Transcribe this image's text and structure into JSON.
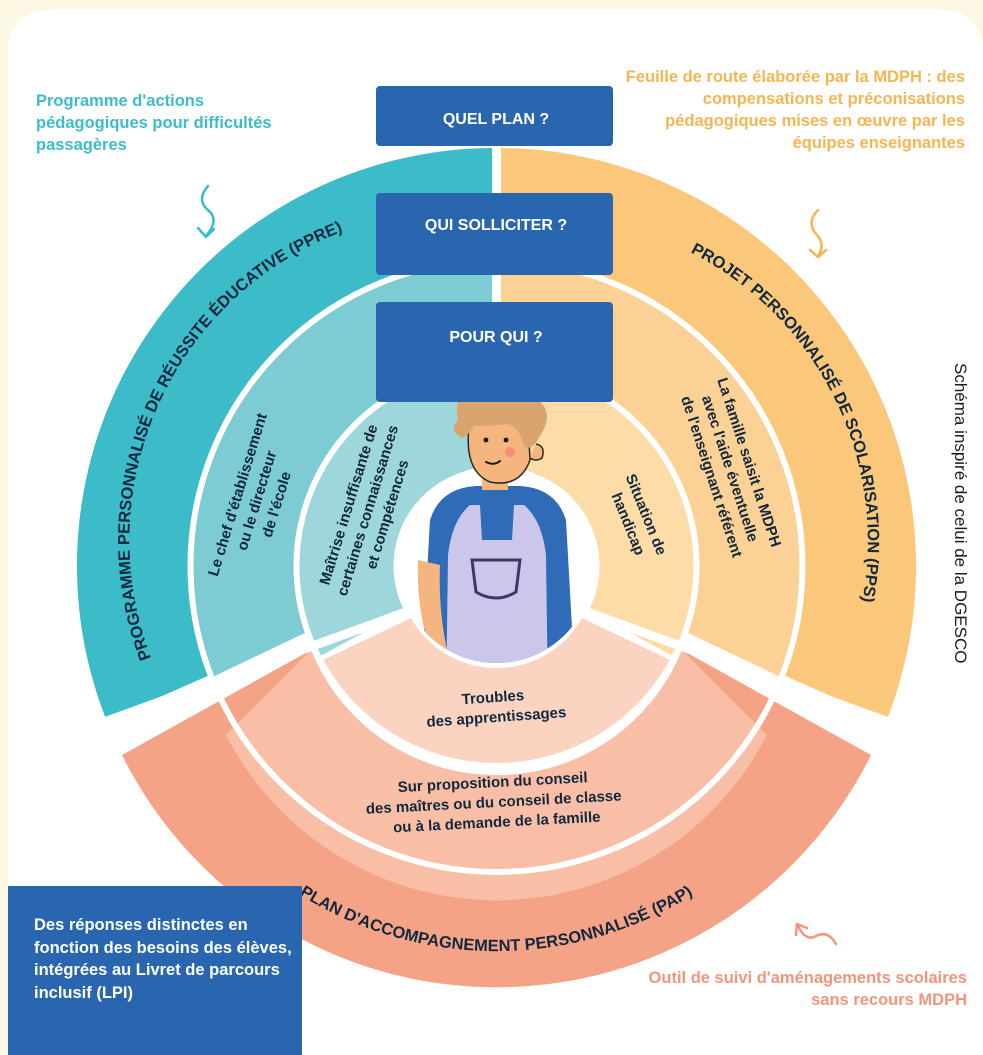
{
  "labels": {
    "quel_plan": "QUEL PLAN ?",
    "qui_solliciter": "QUI SOLLICITER ?",
    "pour_qui": "POUR QUI ?"
  },
  "outer_ring": {
    "ppre": "PROGRAMME PERSONNALISÉ DE RÉUSSITE ÉDUCATIVE (PPRE)",
    "pps": "PROJET PERSONNALISÉ DE SCOLARISATION (PPS)",
    "pap": "PLAN D'ACCOMPAGNEMENT PERSONNALISÉ (PAP)"
  },
  "middle_ring": {
    "ppre": [
      "Le chef d'établissement",
      "ou le directeur",
      "de l'école"
    ],
    "pps": [
      "La famille saisit la MDPH",
      "avec l'aide éventuelle",
      "de l'enseignant référent"
    ],
    "pap": [
      "Sur proposition du conseil",
      "des maîtres ou du conseil de classe",
      "ou à la demande de la famille"
    ]
  },
  "inner_ring": {
    "ppre": [
      "Maîtrise insuffisante de",
      "certaines connaissances",
      "et compétences"
    ],
    "pps": [
      "Situation de",
      "handicap"
    ],
    "pap": [
      "Troubles",
      "des apprentissages"
    ]
  },
  "notes": {
    "left": "Programme d'actions pédagogiques pour difficultés passagères",
    "right": "Feuille de route élaborée par la MDPH : des compensations et préconisations pédagogiques mises en œuvre par les équipes enseignantes",
    "bottom": "Outil de suivi d'aménagements scolaires sans recours MDPH"
  },
  "info_box": "Des réponses distinctes en fonction des besoins des élèves, intégrées au Livret de parcours inclusif (LPI)",
  "credit": "Schéma inspiré de celui de la DGESCO",
  "icons": [
    "curly-arrow-icon",
    "child-illustration"
  ],
  "colors": {
    "ppre_outer": "#3cbcc9",
    "ppre_middle": "#7dcbd3",
    "ppre_inner": "#9dd7dc",
    "pps_outer": "#fbc77a",
    "pps_middle": "#fcd195",
    "pps_inner": "#fddca8",
    "pap_outer": "#f5a386",
    "pap_middle": "#f8bea6",
    "pap_inner": "#fbd4c1",
    "tab": "#2a66b0",
    "text_dark": "#11283e",
    "note_teal": "#3cbcc9",
    "note_orange": "#f7b552",
    "note_salmon": "#f2957a"
  }
}
